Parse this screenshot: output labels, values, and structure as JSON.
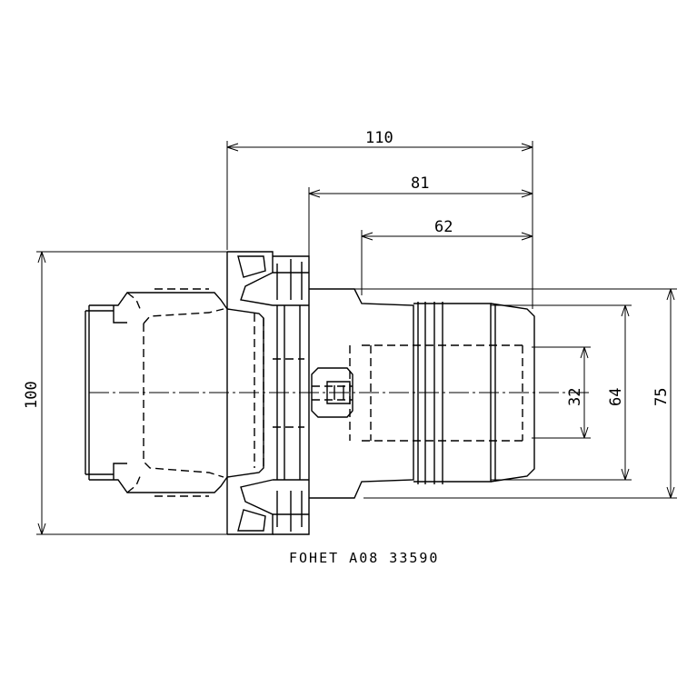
{
  "drawing": {
    "dimensions": {
      "overall_length": "110",
      "length_81": "81",
      "length_62": "62",
      "height_100": "100",
      "dia_75": "75",
      "dia_64": "64",
      "dia_32": "32"
    },
    "part_label": "FOHET A08 33590"
  }
}
